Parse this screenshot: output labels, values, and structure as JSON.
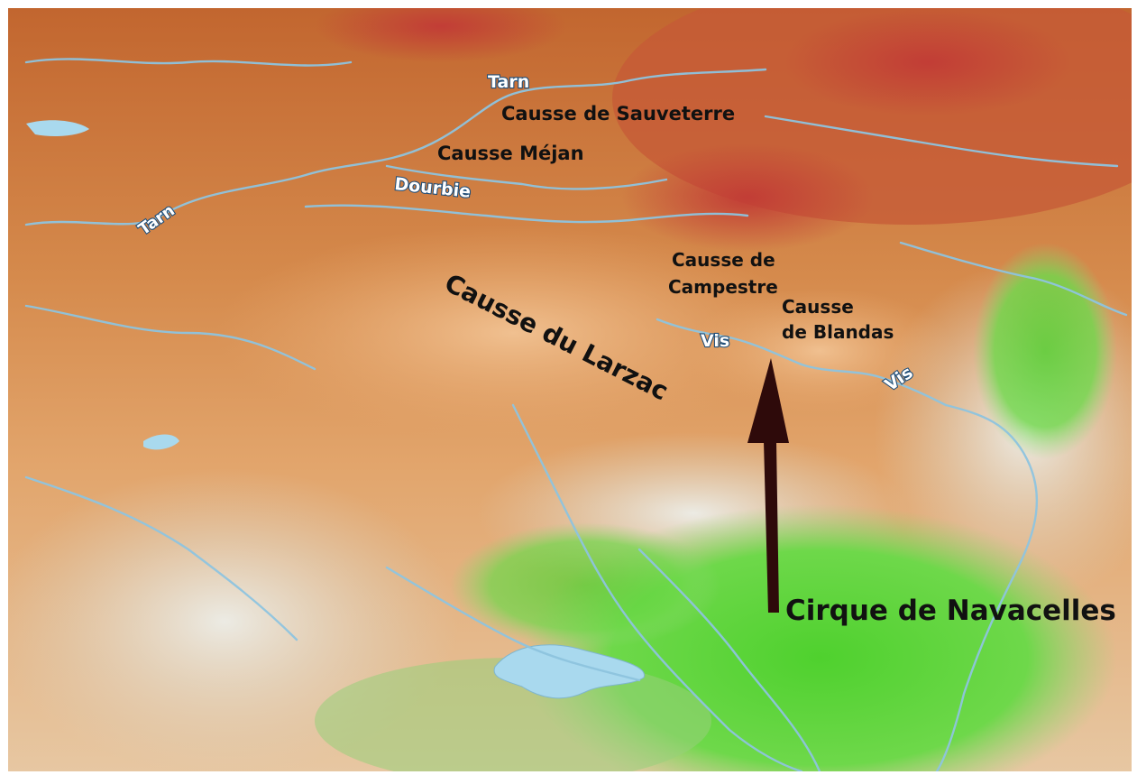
{
  "map": {
    "type": "shaded-relief-perspective",
    "colors": {
      "highland": "#c97a3a",
      "peak": "#c0463a",
      "plateau": "#e2a36a",
      "lowland": "#5fd23a",
      "limestone": "#e8e2d2",
      "water": "#a9d9ee",
      "arrow": "#2e0a0a"
    },
    "labels": {
      "plateaus": {
        "sauveterre": "Causse de Sauveterre",
        "mejan": "Causse Méjan",
        "campestre_1": "Causse de",
        "campestre_2": "Campestre",
        "blandas_1": "Causse",
        "blandas_2": "de Blandas",
        "larzac": "Causse du Larzac"
      },
      "rivers": {
        "tarn_north": "Tarn",
        "tarn_west": "Tarn",
        "dourbie": "Dourbie",
        "vis_center": "Vis",
        "vis_east": "Vis"
      },
      "feature": {
        "navacelles": "Cirque de Navacelles"
      }
    }
  }
}
